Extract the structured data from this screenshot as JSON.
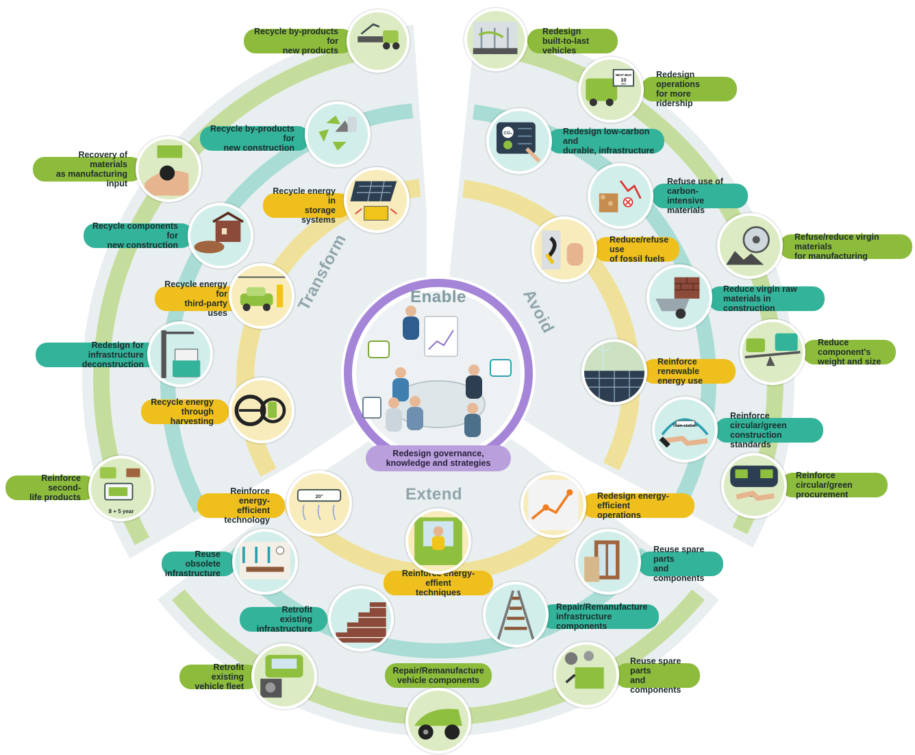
{
  "colors": {
    "outer_ring": "#c5dd9c",
    "middle_ring": "#a8dcd4",
    "inner_ring": "#f0e19a",
    "sector_bg": "#e9eef0",
    "center_ring": "#a585d8",
    "green_pill": "#8dbb3c",
    "teal_pill": "#33b39a",
    "yellow_pill": "#efbf1d"
  },
  "center": {
    "title": "Enable",
    "governance_label": "Redesign governance,\nknowledge and strategies"
  },
  "sectors": {
    "transform": "Transform",
    "avoid": "Avoid",
    "extend": "Extend"
  },
  "actions": [
    {
      "id": "recycle-byproducts-new-products",
      "label": "Recycle by-products for\nnew products",
      "ring": "outer",
      "icon": "conveyor-truck-icon"
    },
    {
      "id": "recycle-byproducts-new-construction",
      "label": "Recycle by-products for\nnew construction",
      "ring": "middle",
      "icon": "recycle-arrows-icon"
    },
    {
      "id": "recovery-materials-manufacturing",
      "label": "Recovery of materials\nas manufacturing input",
      "ring": "outer",
      "icon": "hand-ore-icon"
    },
    {
      "id": "recycle-energy-storage",
      "label": "Recycle energy in\nstorage systems",
      "ring": "inner",
      "icon": "solar-battery-icon"
    },
    {
      "id": "recycle-components-construction",
      "label": "Recycle components for\nnew construction",
      "ring": "middle",
      "icon": "brick-house-icon"
    },
    {
      "id": "recycle-energy-third-party",
      "label": "Recycle energy for\nthird-party uses",
      "ring": "inner",
      "icon": "ev-charging-icon"
    },
    {
      "id": "redesign-infrastructure-deconstruction",
      "label": "Redesign for infrastructure\ndeconstruction",
      "ring": "middle",
      "icon": "crane-building-icon"
    },
    {
      "id": "recycle-energy-harvesting",
      "label": "Recycle energy\nthrough harvesting",
      "ring": "inner",
      "icon": "brake-regeneration-icon"
    },
    {
      "id": "reinforce-second-life",
      "label": "Reinforce second-\nlife products",
      "ring": "outer",
      "icon": "battery-second-life-icon"
    },
    {
      "id": "redesign-built-to-last",
      "label": "Redesign\nbuilt-to-last vehicles",
      "ring": "outer",
      "icon": "train-interior-icon"
    },
    {
      "id": "redesign-operations-ridership",
      "label": "Redesign operations\nfor more ridership",
      "ring": "outer",
      "icon": "bus-stop-sign-icon"
    },
    {
      "id": "redesign-low-carbon-infrastructure",
      "label": "Redesign low-carbon and\ndurable, infrastructure",
      "ring": "middle",
      "icon": "co2-tablet-icon"
    },
    {
      "id": "refuse-carbon-intensive",
      "label": "Refuse use of carbon-\nintensive materials",
      "ring": "middle",
      "icon": "timber-chart-icon"
    },
    {
      "id": "refuse-virgin-materials-manufacturing",
      "label": "Refuse/reduce virgin materials\nfor manufacturing",
      "ring": "outer",
      "icon": "wheel-rocks-icon"
    },
    {
      "id": "reduce-fossil-fuels",
      "label": "Reduce/refuse use\nof fossil fuels",
      "ring": "inner",
      "icon": "fuel-nozzle-stop-icon"
    },
    {
      "id": "reduce-virgin-raw-construction",
      "label": "Reduce virgin raw\nmaterials in construction",
      "ring": "middle",
      "icon": "wheelbarrow-bricks-icon"
    },
    {
      "id": "reduce-component-weight",
      "label": "Reduce component's\nweight and size",
      "ring": "outer",
      "icon": "bus-seesaw-icon"
    },
    {
      "id": "reinforce-renewable-energy",
      "label": "Reinforce renewable\nenergy use",
      "ring": "inner",
      "icon": "wind-solar-icon"
    },
    {
      "id": "reinforce-green-construction",
      "label": "Reinforce circular/green\nconstruction standards",
      "ring": "middle",
      "icon": "train-station-handshake-icon"
    },
    {
      "id": "reinforce-green-procurement",
      "label": "Reinforce circular/green\nprocurement",
      "ring": "outer",
      "icon": "train-handshake-icon"
    },
    {
      "id": "reinforce-energy-efficient-tech",
      "label": "Reinforce energy-\nefficient technology",
      "ring": "inner",
      "icon": "air-conditioner-icon"
    },
    {
      "id": "redesign-energy-efficient-operations",
      "label": "Redesign energy-efficient\noperations",
      "ring": "inner",
      "icon": "route-map-icon"
    },
    {
      "id": "reinforce-energy-efficient-techniques",
      "label": "Reinforce energy-effient\ntechniques",
      "ring": "inner",
      "icon": "driver-cab-icon"
    },
    {
      "id": "reuse-obsolete-infrastructure",
      "label": "Reuse obsolete\ninfrastructure",
      "ring": "middle",
      "icon": "cafe-interior-icon"
    },
    {
      "id": "reuse-spare-parts-middle",
      "label": "Reuse spare parts\nand components",
      "ring": "middle",
      "icon": "window-frames-icon"
    },
    {
      "id": "retrofit-existing-infrastructure",
      "label": "Retrofit existing\ninfrastructure",
      "ring": "middle",
      "icon": "brick-stairs-icon"
    },
    {
      "id": "repair-infrastructure-components",
      "label": "Repair/Remanufacture\ninfrastructure components",
      "ring": "middle",
      "icon": "rail-track-icon"
    },
    {
      "id": "retrofit-existing-fleet",
      "label": "Retrofit existing\nvehicle fleet",
      "ring": "outer",
      "icon": "vehicle-engine-icon"
    },
    {
      "id": "repair-vehicle-components",
      "label": "Repair/Remanufacture\nvehicle components",
      "ring": "outer",
      "icon": "car-wheels-icon"
    },
    {
      "id": "reuse-spare-parts-outer",
      "label": "Reuse spare parts\nand components",
      "ring": "outer",
      "icon": "toolbox-parts-icon"
    }
  ],
  "badge_texts": {
    "battery_years": "8 + 5 year",
    "bus_sign": "NEXT BUS\n10\nMIN",
    "co2": "CO₂",
    "train_station": "Train station",
    "thermostat": "20°"
  }
}
